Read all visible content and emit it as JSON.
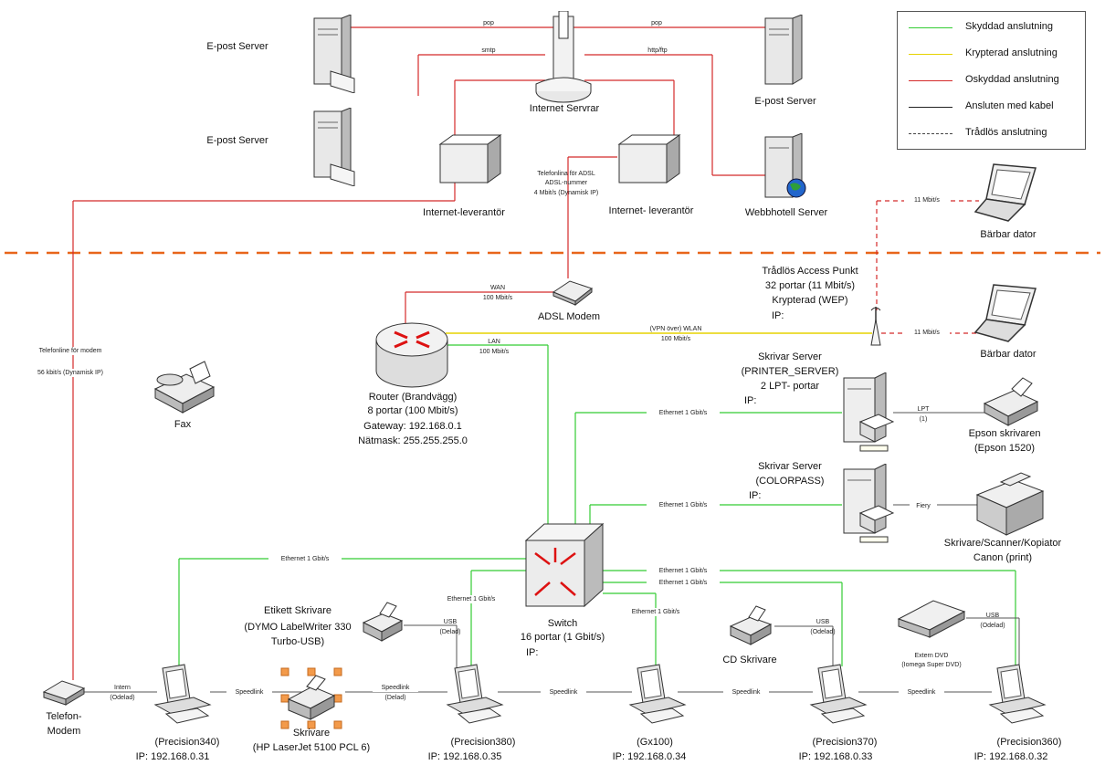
{
  "colors": {
    "protected": "#33cc33",
    "encrypted": "#e6d200",
    "unprotected": "#d42a2a",
    "cable": "#222222",
    "wireless": "#444444",
    "zone_divider": "#e8651a"
  },
  "legend": {
    "protected": "Skyddad anslutning",
    "encrypted": "Krypterad anslutning",
    "unprotected": "Oskyddad anslutning",
    "cable": "Ansluten med kabel",
    "wireless": "Trådlös anslutning"
  },
  "internet": {
    "email_server_1": "E-post Server",
    "email_server_2": "E-post Server",
    "email_server_3": "E-post Server",
    "internet_servers": "Internet Servrar",
    "webhotel": "Webbhotell Server",
    "isp_1": "Internet-leverantör",
    "isp_2": "Internet- leverantör",
    "conn_pop_1": "pop",
    "conn_pop_2": "pop",
    "conn_smtp": "smtp",
    "conn_http": "http/ftp",
    "adsl_phone_1": "Telefonlina för ADSL",
    "adsl_phone_2": "ADSL-nummer",
    "adsl_phone_3": "4 Mbit/s (Dynamisk IP)",
    "laptop_top": "Bärbar dator",
    "wifi_top_speed": "11 Mbit/s"
  },
  "lan": {
    "adsl_modem": "ADSL Modem",
    "wan_1": "WAN",
    "wan_2": "100 Mbit/s",
    "router_1": "Router (Brandvägg)",
    "router_2": "8 portar (100 Mbit/s)",
    "router_3": "Gateway: 192.168.0.1",
    "router_4": "Nätmask: 255.255.255.0",
    "lan_1": "LAN",
    "lan_2": "100 Mbit/s",
    "vpn_1": "(VPN över) WLAN",
    "vpn_2": "100 Mbit/s",
    "ap_1": "Trådlös Access Punkt",
    "ap_2": "32 portar (11 Mbit/s)",
    "ap_3": "Krypterad (WEP)",
    "ap_4": "IP:",
    "laptop_bottom": "Bärbar dator",
    "wifi_bottom_speed": "11 Mbit/s",
    "modem_phone_1": "Telefonline för modem",
    "modem_phone_2": "56 kbit/s (Dynamisk IP)",
    "fax": "Fax",
    "ps1_1": "Skrivar Server",
    "ps1_2": "(PRINTER_SERVER)",
    "ps1_3": "2 LPT- portar",
    "ps1_4": "IP:",
    "lpt_1": "LPT",
    "lpt_2": "(1)",
    "epson_1": "Epson skrivaren",
    "epson_2": "(Epson 1520)",
    "ps2_1": "Skrivar Server",
    "ps2_2": "(COLORPASS)",
    "ps2_3": "IP:",
    "fiery": "Fiery",
    "canon_1": "Skrivare/Scanner/Kopiator",
    "canon_2": "Canon (print)",
    "eth": "Ethernet 1 Gbit/s",
    "switch_1": "Switch",
    "switch_2": "16 portar (1 Gbit/s)",
    "switch_3": "IP:",
    "dymo_1": "Etikett Skrivare",
    "dymo_2": "(DYMO LabelWriter 330",
    "dymo_3": "Turbo-USB)",
    "usb": "USB",
    "usb_shared": "(Delad)",
    "usb_shared_2": "(Odelad)",
    "cd_printer": "CD Skrivare",
    "dvd_1": "Extern DVD",
    "dvd_2": "(Iomega Super DVD)",
    "speedlink": "Speedlink",
    "speedlink_shared": "(Delad)",
    "intern": "Intern",
    "intern_2": "(Odelad)",
    "modem_1": "Telefon-",
    "modem_2": "Modem",
    "hp_1": "Skrivare",
    "hp_2": "(HP LaserJet 5100 PCL 6)",
    "pc1_name": "(Precision340)",
    "pc1_ip": "IP: 192.168.0.31",
    "pc2_name": "(Precision380)",
    "pc2_ip": "IP: 192.168.0.35",
    "pc3_name": "(Gx100)",
    "pc3_ip": "IP: 192.168.0.34",
    "pc4_name": "(Precision370)",
    "pc4_ip": "IP: 192.168.0.33",
    "pc5_name": "(Precision360)",
    "pc5_ip": "IP: 192.168.0.32"
  }
}
